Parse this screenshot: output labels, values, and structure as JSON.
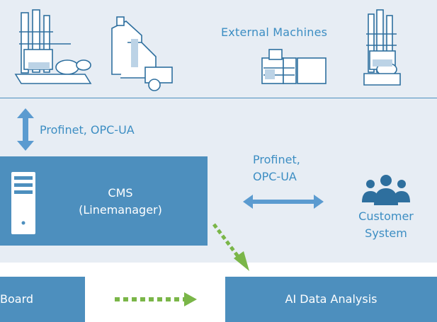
{
  "header": {
    "external_machines_label": "External Machines"
  },
  "connections": {
    "top_protocol": "Profinet, OPC-UA",
    "right_protocol_line1": "Profinet,",
    "right_protocol_line2": "OPC-UA"
  },
  "cms": {
    "line1": "CMS",
    "line2": "(Linemanager)"
  },
  "customer": {
    "line1": "Customer",
    "line2": "System"
  },
  "bottom": {
    "board_label": "Board",
    "ai_label": "AI Data Analysis"
  },
  "colors": {
    "panel_bg": "#e7edf4",
    "box_blue": "#4d8fbe",
    "text_blue": "#3d8ec3",
    "dashed_green": "#7ab648",
    "arrow_blue": "#5b9bd0"
  },
  "icons": [
    "press-machine-icon",
    "cnc-machine-icon",
    "production-line-icon",
    "press-machine-icon",
    "server-icon",
    "people-group-icon"
  ]
}
